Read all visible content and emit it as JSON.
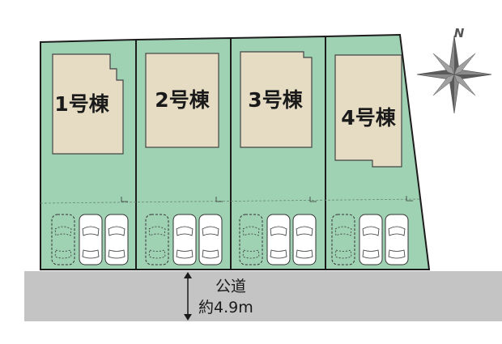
{
  "compass": {
    "north_label": "N",
    "icon": "compass-rose-icon"
  },
  "lots": [
    {
      "building_label": "1号棟"
    },
    {
      "building_label": "2号棟"
    },
    {
      "building_label": "3号棟"
    },
    {
      "building_label": "4号棟"
    }
  ],
  "road": {
    "name": "公道",
    "width_text": "約4.9m"
  },
  "colors": {
    "lot_fill": "#9fd1b3",
    "lot_border": "#1c1c1c",
    "building_fill": "#e6dcc4",
    "road_fill": "#c4c4c4",
    "compass_fill": "#8a8a8a"
  }
}
